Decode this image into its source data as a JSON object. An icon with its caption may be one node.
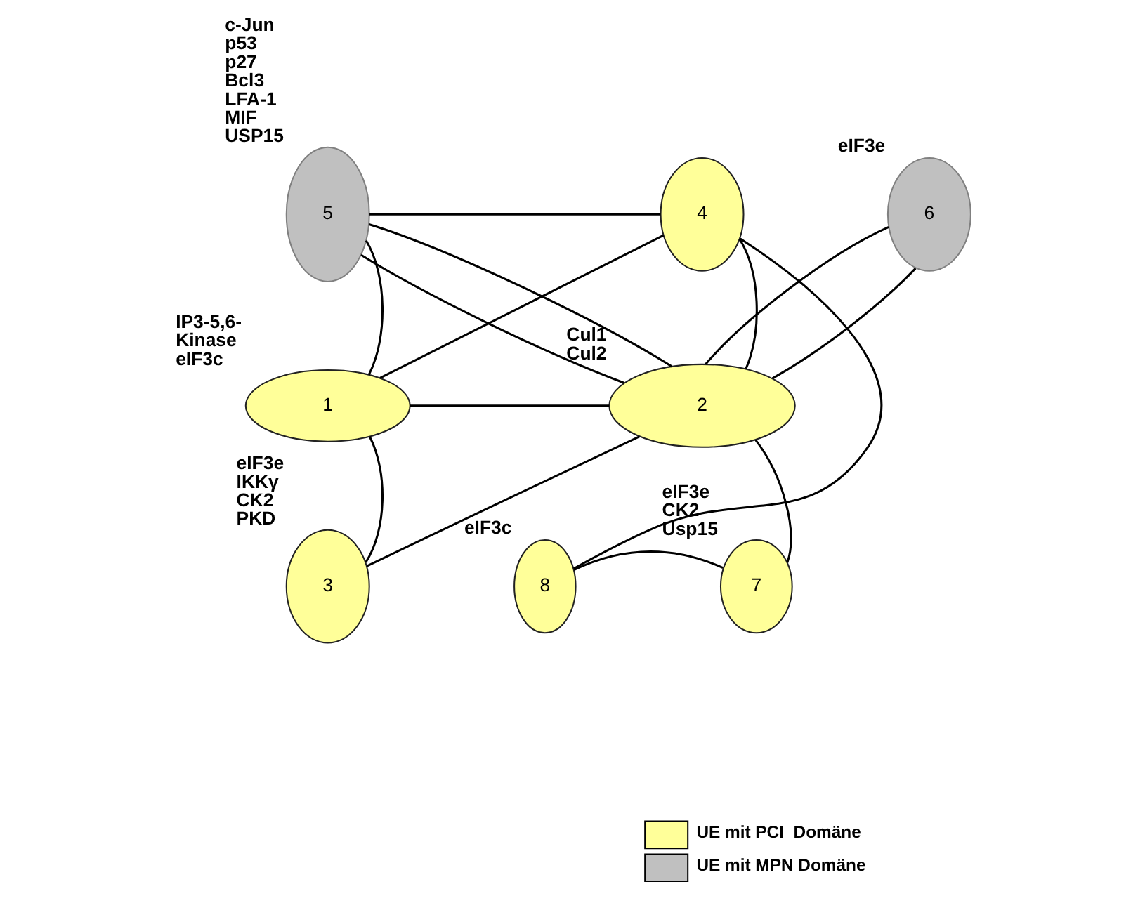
{
  "diagram": {
    "nodes": [
      {
        "text": [
          "1"
        ],
        "beside": [
          "IP3-5,6-",
          "Kinase",
          "eIF3c"
        ]
      },
      {
        "text": [
          "2"
        ],
        "beside": [
          "Cul1",
          "Cul2"
        ]
      },
      {
        "text": [
          "3"
        ],
        "beside": [
          "eIF3e",
          "IKKγ",
          "CK2",
          "PKD"
        ]
      },
      {
        "text": [
          "4"
        ]
      },
      {
        "text": [
          "5"
        ],
        "beside": [
          "c-Jun",
          "p53",
          "p27",
          "Bcl3",
          "LFA-1",
          "MIF",
          "USP15"
        ]
      },
      {
        "text": [
          "6"
        ],
        "beside": [
          "eIF3e"
        ]
      },
      {
        "text": [
          "7"
        ],
        "beside": [
          "eIF3e",
          "CK2",
          "Usp15"
        ]
      },
      {
        "text": [
          "8"
        ],
        "beside": [
          "eIF3c"
        ]
      }
    ],
    "edges": [
      {
        "from": 4,
        "to": 3,
        "arrow": "none"
      },
      {
        "from": 4,
        "to": 0,
        "arrow": "none"
      },
      {
        "from": 4,
        "to": 1,
        "arrow": "none"
      },
      {
        "from": 4,
        "to": 1,
        "arrow": "none"
      },
      {
        "from": 3,
        "to": 0,
        "arrow": "none"
      },
      {
        "from": 3,
        "to": 1,
        "arrow": "none"
      },
      {
        "from": 3,
        "to": 7,
        "arrow": "none"
      },
      {
        "from": 5,
        "to": 1,
        "arrow": "none"
      },
      {
        "from": 5,
        "to": 1,
        "arrow": "none"
      },
      {
        "from": 0,
        "to": 1,
        "arrow": "none"
      },
      {
        "from": 0,
        "to": 2,
        "arrow": "none"
      },
      {
        "from": 2,
        "to": 1,
        "arrow": "none"
      },
      {
        "from": 7,
        "to": 6,
        "arrow": "none"
      },
      {
        "from": 6,
        "to": 1,
        "arrow": "none"
      }
    ],
    "legend": [
      {
        "text": "UE mit PCI  Domäne",
        "color": "#ffff99"
      },
      {
        "text": "UE mit MPN Domäne",
        "color": "#c0c0c0"
      }
    ]
  }
}
